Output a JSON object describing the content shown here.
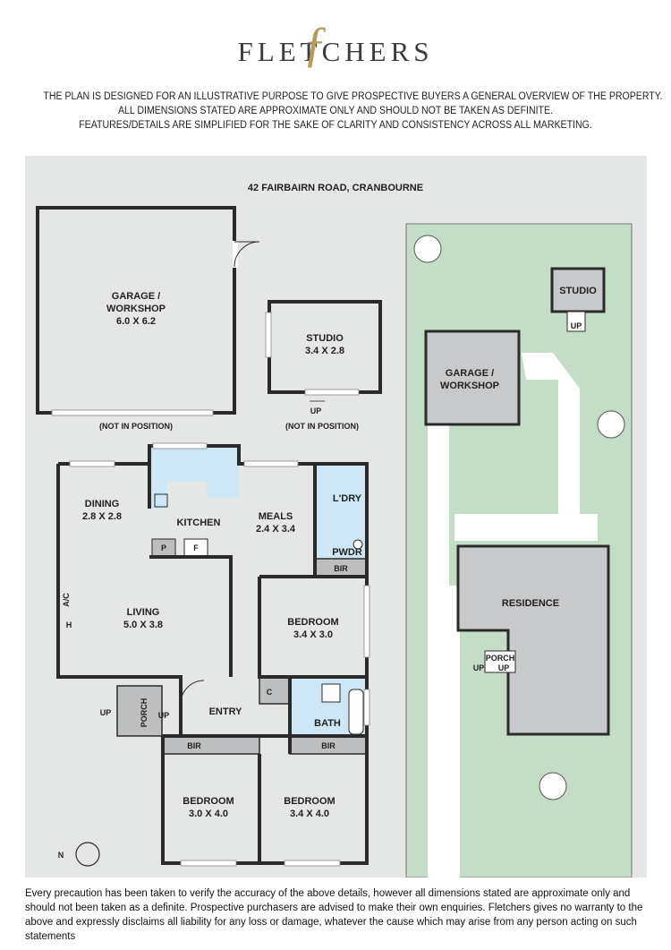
{
  "brand": {
    "name": "FLETCHERS",
    "accent_color": "#b89a5e",
    "text_color": "#3a3d3f"
  },
  "disclaimer_top": [
    "THE PLAN IS DESIGNED FOR AN ILLUSTRATIVE PURPOSE TO GIVE PROSPECTIVE BUYERS A GENERAL OVERVIEW OF THE PROPERTY.",
    "ALL DIMENSIONS STATED ARE APPROXIMATE ONLY AND SHOULD NOT BE TAKEN AS DEFINITE.",
    "FEATURES/DETAILS ARE SIMPLIFIED FOR THE SAKE OF CLARITY AND CONSISTENCY ACROSS ALL MARKETING."
  ],
  "address": "42 FAIRBAIRN ROAD, CRANBOURNE",
  "garage": {
    "line1": "GARAGE /",
    "line2": "WORKSHOP",
    "dims": "6.0 X 6.2",
    "note": "(NOT IN POSITION)"
  },
  "studio": {
    "name": "STUDIO",
    "dims": "3.4 X 2.8",
    "up": "UP",
    "note": "(NOT IN POSITION)"
  },
  "rooms": {
    "dining": {
      "name": "DINING",
      "dims": "2.8 X 2.8"
    },
    "kitchen": {
      "name": "KITCHEN"
    },
    "meals": {
      "name": "MEALS",
      "dims": "2.4 X 3.4"
    },
    "laundry": {
      "name": "L'DRY"
    },
    "powder": {
      "name": "PWDR"
    },
    "living": {
      "name": "LIVING",
      "dims": "5.0 X 3.8"
    },
    "bedroom_mid": {
      "name": "BEDROOM",
      "dims": "3.4 X 3.0"
    },
    "bath": {
      "name": "BATH"
    },
    "entry": {
      "name": "ENTRY"
    },
    "porch": {
      "name": "PORCH"
    },
    "bedroom_left": {
      "name": "BEDROOM",
      "dims": "3.0 X 4.0"
    },
    "bedroom_right": {
      "name": "BEDROOM",
      "dims": "3.4 X 4.0"
    }
  },
  "labels": {
    "bir": "BIR",
    "pantry": "P",
    "fridge": "F",
    "ac": "A/C",
    "heater": "H",
    "cupboard": "C",
    "up": "UP",
    "north": "N"
  },
  "site": {
    "studio": "STUDIO",
    "garage_line1": "GARAGE /",
    "garage_line2": "WORKSHOP",
    "residence": "RESIDENCE",
    "porch": "PORCH",
    "up": "UP",
    "lawn_color": "#c5dcc6",
    "building_color": "#c8c9cb",
    "paving_color": "#ffffff"
  },
  "disclaimer_bottom": "Every precaution has been taken to verify the accuracy of the above details, however all dimensions stated are approximate only and should not been taken as a definite. Prospective purchasers are advised to make their own enquiries. Fletchers gives no warranty to the above and expressly disclaims all liability for any loss or damage, whatever the cause which may arise from any person acting on such statements",
  "colors": {
    "panel_bg": "#e5e6e6",
    "wet_area": "#cfe7f5",
    "wall": "#2a2a2a",
    "bir": "#bdbebf"
  }
}
